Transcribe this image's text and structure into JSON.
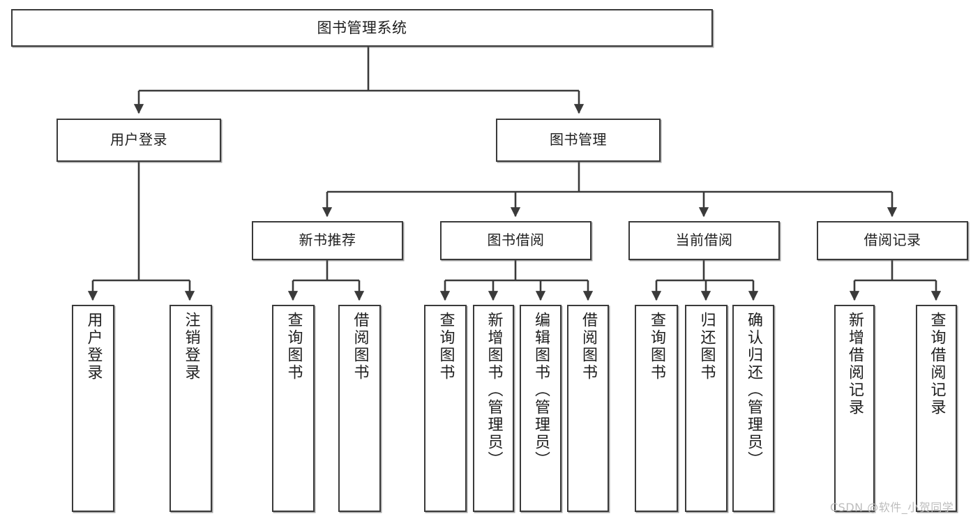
{
  "diagram": {
    "title": "图书管理系统",
    "type": "tree",
    "watermark": "CSDN @软件_小贺同学",
    "colors": {
      "background": "#ffffff",
      "box_border": "#3a3a3a",
      "box_fill": "#ffffff",
      "line": "#3a3a3a",
      "text": "#1e1e1e",
      "watermark": "#bdbdbd"
    },
    "root": {
      "label": "图书管理系统"
    },
    "level2": [
      {
        "label": "用户登录"
      },
      {
        "label": "图书管理"
      }
    ],
    "level3": [
      {
        "label": "新书推荐"
      },
      {
        "label": "图书借阅"
      },
      {
        "label": "当前借阅"
      },
      {
        "label": "借阅记录"
      }
    ],
    "leaves": {
      "user_login": [
        {
          "label": "用户登录"
        },
        {
          "label": "注销登录"
        }
      ],
      "new_book": [
        {
          "label": "查询图书"
        },
        {
          "label": "借阅图书"
        }
      ],
      "book_borrow": [
        {
          "label": "查询图书"
        },
        {
          "label": "新增图书（管理员）"
        },
        {
          "label": "编辑图书（管理员）"
        },
        {
          "label": "借阅图书"
        }
      ],
      "current_borrow": [
        {
          "label": "查询图书"
        },
        {
          "label": "归还图书"
        },
        {
          "label": "确认归还（管理员）"
        }
      ],
      "borrow_record": [
        {
          "label": "新增借阅记录"
        },
        {
          "label": "查询借阅记录"
        }
      ]
    }
  }
}
